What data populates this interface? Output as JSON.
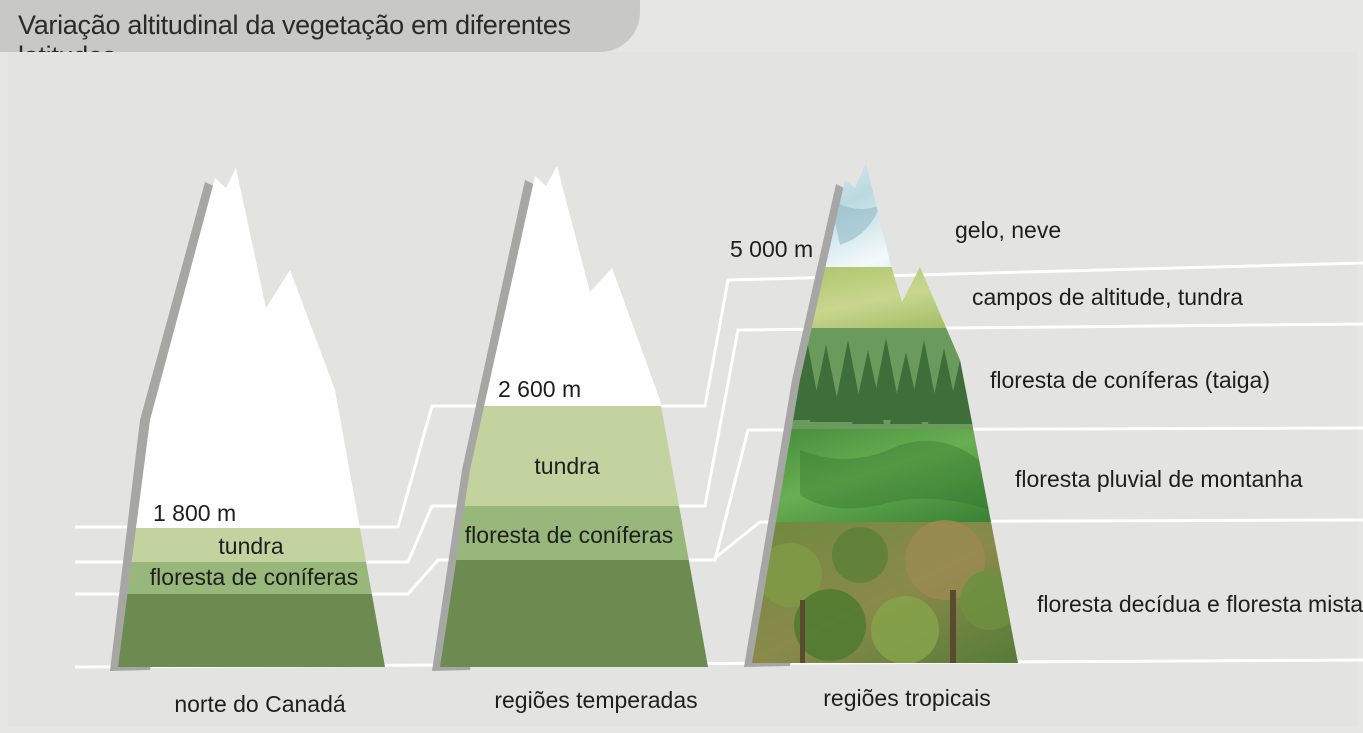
{
  "title": "Variação altitudinal da vegetação em diferentes latitudes",
  "mountains": [
    {
      "name": "norte do Canadá",
      "altitude": "1 800 m",
      "zones": [
        "tundra",
        "floresta de coníferas"
      ]
    },
    {
      "name": "regiões temperadas",
      "altitude": "2 600 m",
      "zones": [
        "tundra",
        "floresta de coníferas"
      ]
    },
    {
      "name": "regiões tropicais",
      "altitude": "5 000 m",
      "zones": [
        "gelo, neve",
        "campos de altitude, tundra",
        "floresta de coníferas (taiga)",
        "floresta pluvial de montanha",
        "floresta decídua e floresta mista"
      ]
    }
  ],
  "colors": {
    "snow": "#ffffff",
    "tundra": "#c3d3a0",
    "conifer_light": "#98b77a",
    "forest_dark": "#6b8b50",
    "shadow": "#a4a4a2",
    "line": "#ffffff"
  }
}
